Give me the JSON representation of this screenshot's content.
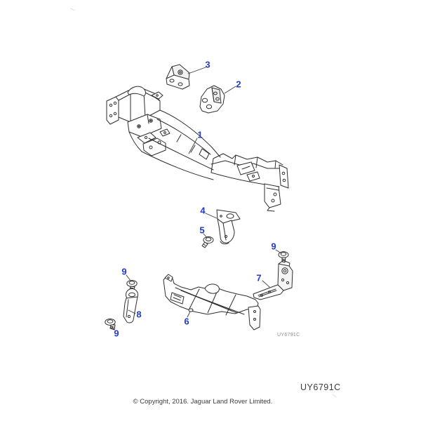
{
  "diagram": {
    "callouts": [
      {
        "id": "1",
        "label": "1"
      },
      {
        "id": "2",
        "label": "2"
      },
      {
        "id": "3",
        "label": "3"
      },
      {
        "id": "4",
        "label": "4"
      },
      {
        "id": "5",
        "label": "5"
      },
      {
        "id": "6",
        "label": "6"
      },
      {
        "id": "7",
        "label": "7"
      },
      {
        "id": "8",
        "label": "8"
      },
      {
        "id": "9-right",
        "label": "9"
      },
      {
        "id": "9-upper",
        "label": "9"
      },
      {
        "id": "9-lower",
        "label": "9"
      }
    ],
    "code_small": "UY6791C",
    "code_large": "UY6791C",
    "copyright": "© Copyright, 2016. Jaguar Land Rover Limited.",
    "colors": {
      "callout_blue": "#2239cc",
      "line_dark": "#2e2e2e",
      "code_small_gray": "#8b8b8b",
      "footer_text": "#3c3c3c",
      "background": "#ffffff"
    },
    "icon_names": [
      "exploded-parts-drawing"
    ]
  }
}
